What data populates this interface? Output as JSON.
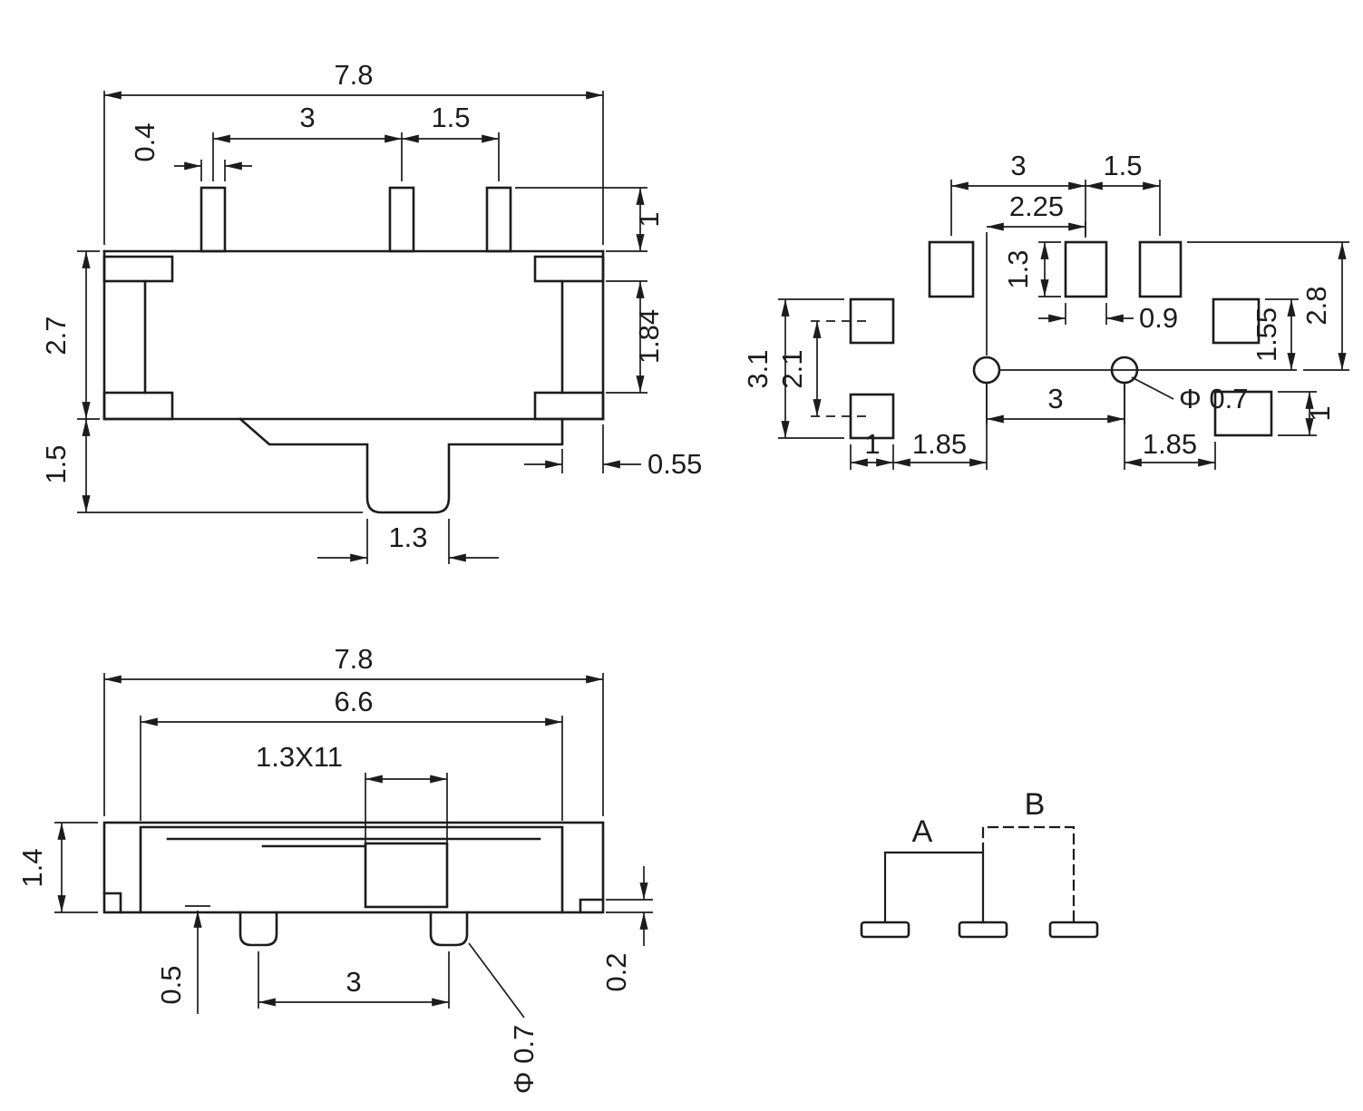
{
  "drawing": {
    "background": "#ffffff",
    "line_color": "#1c1c1c",
    "views": {
      "front": {
        "dims": {
          "overall_width": "7.8",
          "pin_pitch": "3",
          "pin_pitch_end": "1.5",
          "pin_width": "0.4",
          "pin_length": "1",
          "upper_body_height": "1.84",
          "body_height": "2.7",
          "actuator_protrusion": "1.5",
          "ear_overhang": "0.55",
          "actuator_width": "1.3"
        }
      },
      "footprint": {
        "dims": {
          "pad_pitch": "3",
          "pad_pitch_end": "1.5",
          "hole_to_pad_center": "2.25",
          "pad_length": "1.3",
          "pad_width": "0.9",
          "pad_row_to_centerline": "2.8",
          "side_pad_to_centerline": "1.55",
          "side_pads_span": "3.1",
          "side_pads_pitch": "2.1",
          "side_pad_width": "1",
          "left_pad_to_hole": "1.85",
          "hole_pitch": "3",
          "hole_to_right_pad": "1.85",
          "hole_diameter": "Φ 0.7",
          "right_pad_length": "1"
        }
      },
      "top": {
        "dims": {
          "overall_width": "7.8",
          "cover_width": "6.6",
          "slot_size": "1.3X11",
          "body_height": "1.4",
          "pin_inset": "0.5",
          "pin_pitch": "3",
          "pin_diameter": "Φ 0.7",
          "standoff": "0.2"
        }
      },
      "circuit": {
        "position_a": "A",
        "position_b": "B"
      }
    }
  }
}
